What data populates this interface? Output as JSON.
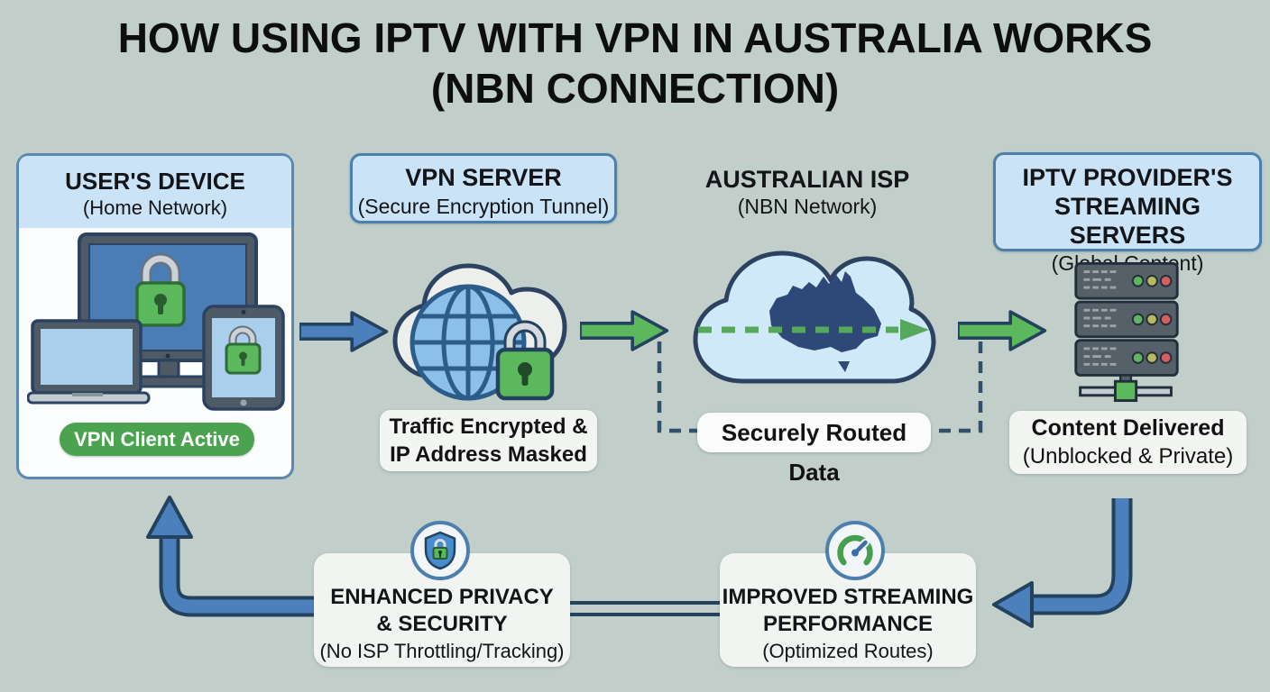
{
  "title": {
    "line1": "HOW USING IPTV WITH VPN IN AUSTRALIA WORKS",
    "line2": "(NBN CONNECTION)"
  },
  "columns": {
    "user_device": {
      "title": "USER'S DEVICE",
      "subtitle": "(Home Network)",
      "badge": "VPN Client Active"
    },
    "vpn_server": {
      "title": "VPN SERVER",
      "subtitle": "(Secure Encryption Tunnel)",
      "caption_line1": "Traffic Encrypted &",
      "caption_line2": "IP Address Masked"
    },
    "australian_isp": {
      "title": "AUSTRALIAN ISP",
      "subtitle": "(NBN Network)",
      "caption": "Securely Routed Data"
    },
    "iptv_provider": {
      "title_line1": "IPTV PROVIDER'S",
      "title_line2": "STREAMING SERVERS",
      "subtitle": "(Global Content)",
      "caption_line1": "Content Delivered",
      "caption_line2": "(Unblocked & Private)"
    }
  },
  "benefits": {
    "privacy": {
      "title_line1": "ENHANCED PRIVACY",
      "title_line2": "& SECURITY",
      "subtitle": "(No ISP Throttling/Tracking)"
    },
    "performance": {
      "title_line1": "IMPROVED STREAMING",
      "title_line2": "PERFORMANCE",
      "subtitle": "(Optimized Routes)"
    }
  },
  "icons": {
    "devices": "devices-illustration: monitor, laptop, tablet with green padlocks",
    "vpn_cloud": "cloud-globe-lock-icon",
    "isp_cloud": "australia-map-cloud-icon with dashed green route arrow",
    "servers": "server-rack-icon with status LEDs",
    "privacy_badge": "shield-lock-icon",
    "performance_badge": "speedometer-icon"
  },
  "colors": {
    "background": "#c1cec9",
    "header_fill": "#cbe3f6",
    "box_border": "#4d7fae",
    "arrow_blue": "#4c80bd",
    "arrow_green": "#5cb85c",
    "outline_navy": "#24415e",
    "badge_green": "#4ba350",
    "caption_fill": "#f3f5f2"
  }
}
